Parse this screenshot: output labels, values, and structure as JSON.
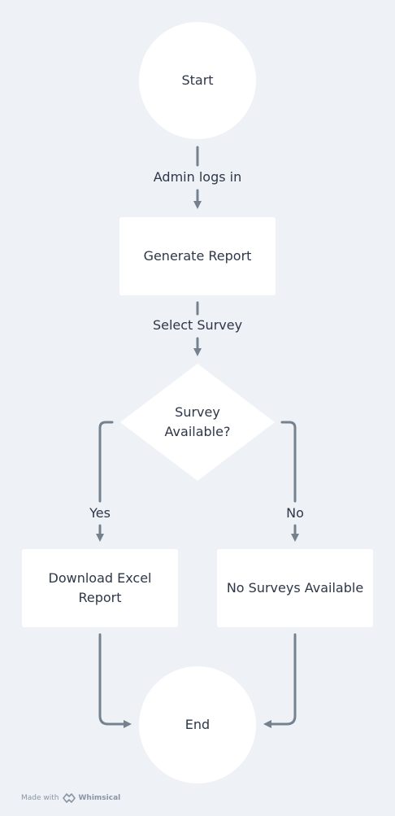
{
  "nodes": {
    "start": "Start",
    "generate_report": "Generate Report",
    "survey_available_line1": "Survey",
    "survey_available_line2": "Available?",
    "download_line1": "Download Excel",
    "download_line2": "Report",
    "no_surveys": "No Surveys Available",
    "end": "End"
  },
  "edges": {
    "admin_logs_in": "Admin logs in",
    "select_survey": "Select Survey",
    "yes": "Yes",
    "no": "No"
  },
  "footer": {
    "made_with": "Made with",
    "brand": "Whimsical"
  },
  "colors": {
    "background": "#eef2f6",
    "node_fill": "#ffffff",
    "connector": "#75818f",
    "text": "#2d3748"
  }
}
